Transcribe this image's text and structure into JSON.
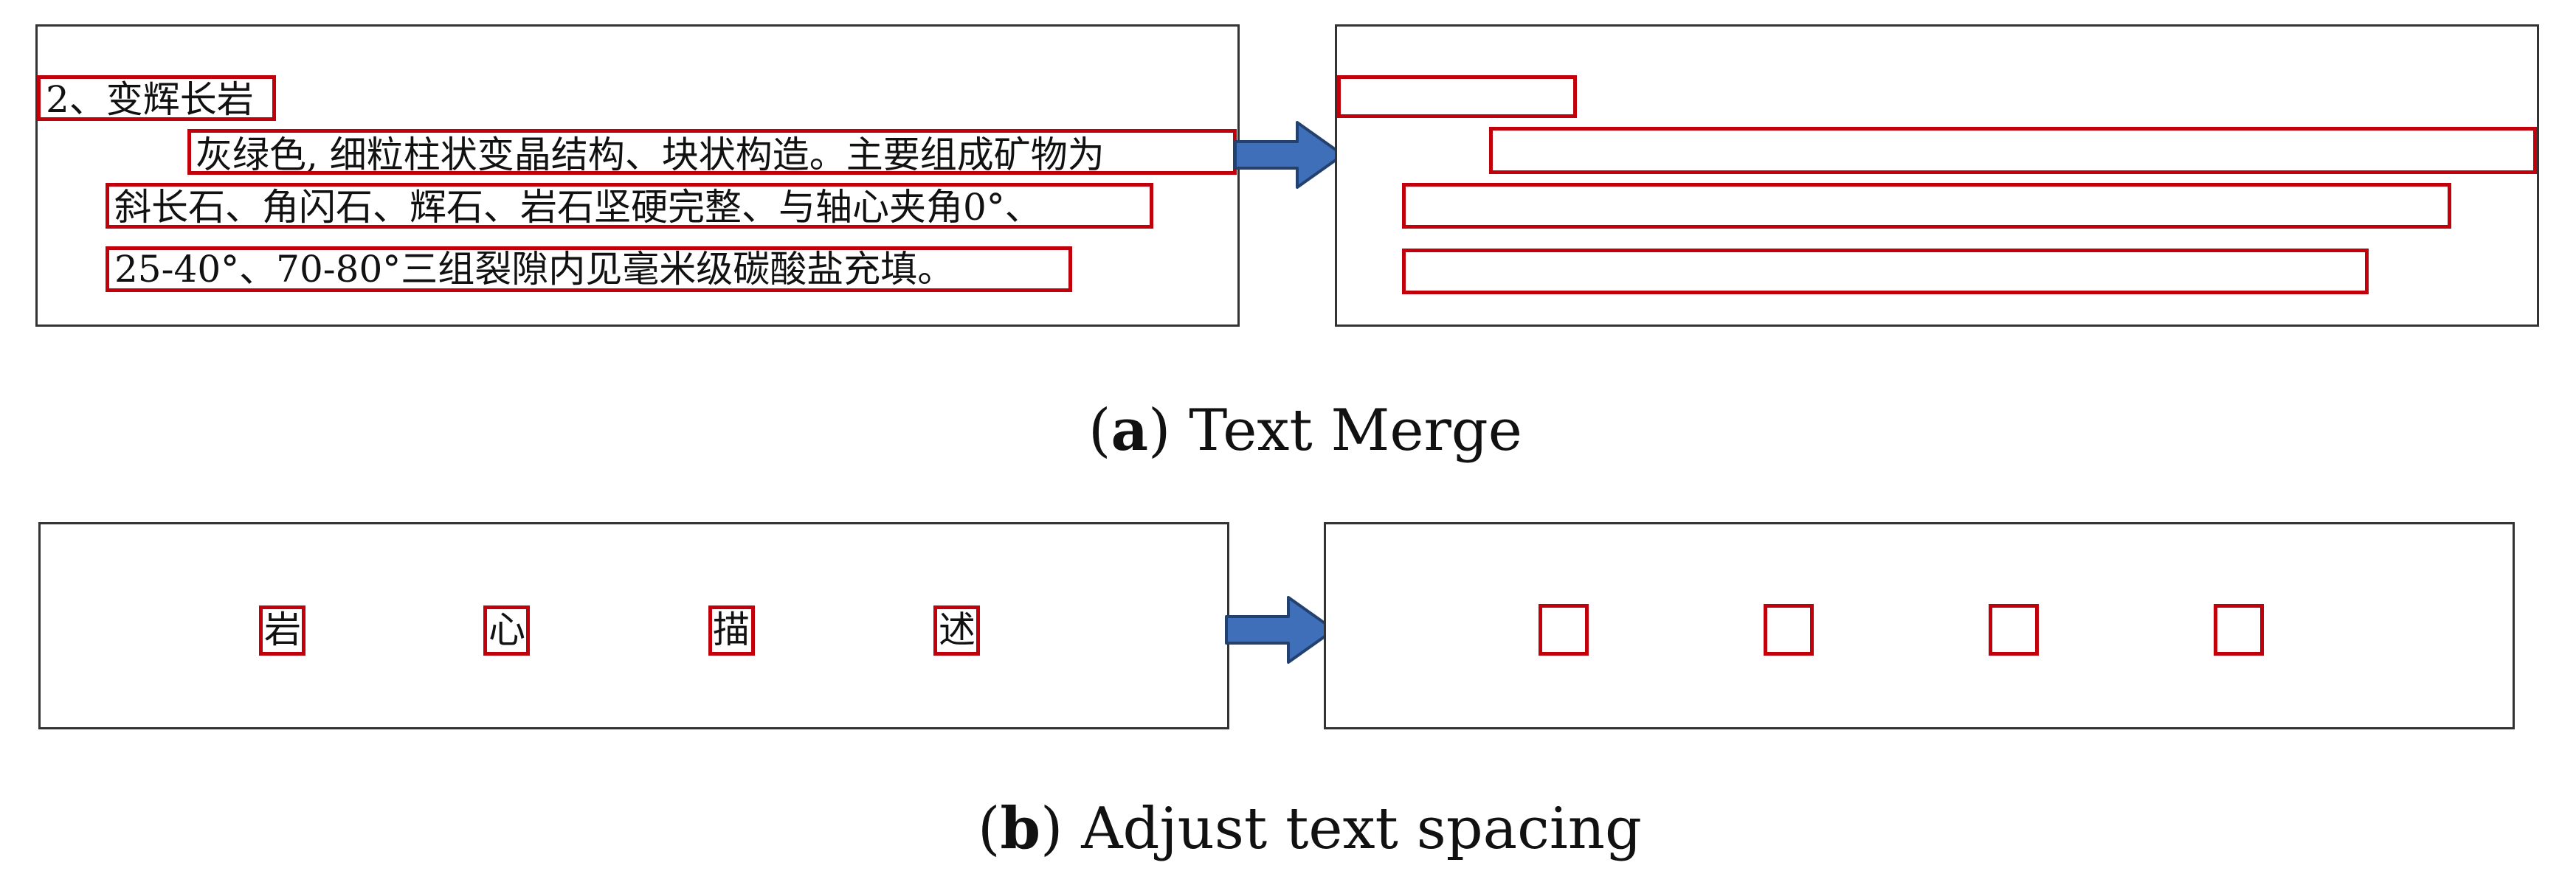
{
  "panel_a": {
    "lines": [
      "2、变辉长岩",
      "灰绿色, 细粒柱状变晶结构、块状构造。主要组成矿物为",
      "斜长石、角闪石、辉石、岩石坚硬完整、与轴心夹角0°、",
      "25-40°、70-80°三组裂隙内见毫米级碳酸盐充填。"
    ],
    "caption_label": "a",
    "caption_text": "Text Merge"
  },
  "panel_b": {
    "chars": [
      "岩",
      "心",
      "描",
      "述"
    ],
    "caption_label": "b",
    "caption_text": "Adjust text spacing"
  },
  "colors": {
    "box_stroke": "#c0000b",
    "arrow_fill": "#3f6fb9",
    "arrow_stroke": "#24406d"
  },
  "icons": [
    "right-arrow-icon"
  ]
}
